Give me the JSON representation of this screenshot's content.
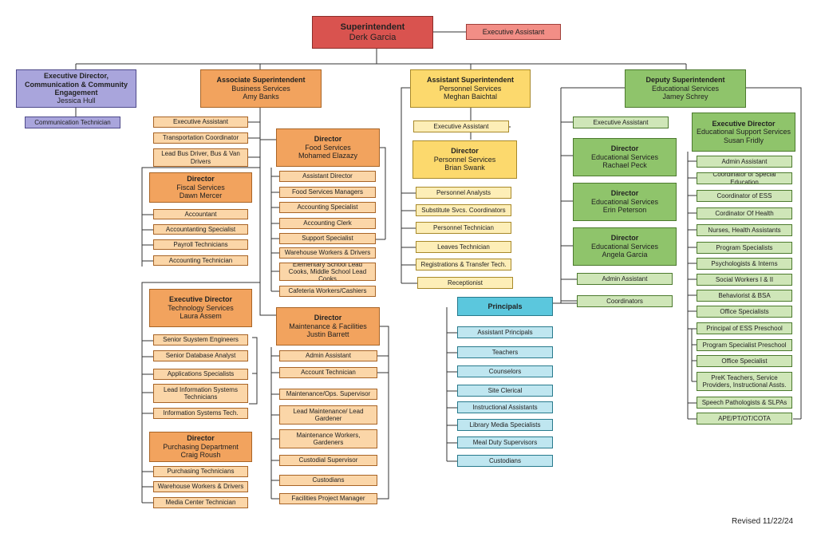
{
  "superintendent": {
    "title": "Superintendent",
    "name": "Derk Garcia"
  },
  "exec_assistant": "Executive Assistant",
  "comm": {
    "title": "Executive Director, Communication & Community Engagement",
    "name": "Jessica Hull",
    "staff": [
      "Communication Technician"
    ]
  },
  "business": {
    "title": "Associate Superintendent",
    "sub": "Business Services",
    "name": "Amy Banks",
    "staff": [
      "Executive Assistant",
      "Transportation Coordinator",
      "Lead Bus Driver, Bus & Van Drivers"
    ]
  },
  "fiscal": {
    "title": "Director",
    "sub": "Fiscal Services",
    "name": "Dawn Mercer",
    "staff": [
      "Accountant",
      "Accountanting Specialist",
      "Payroll Technicians",
      "Accounting Technician"
    ]
  },
  "tech": {
    "title": "Executive Director",
    "sub": "Technology Services",
    "name": "Laura Assem",
    "staff": [
      "Senior Suystem Engineers",
      "Senior Database Analyst",
      "Applications Specialists",
      "Lead Information Systems Technicians",
      "Information Systems Tech."
    ]
  },
  "purchasing": {
    "title": "Director",
    "sub": "Purchasing Department",
    "name": "Craig Roush",
    "staff": [
      "Purchasing Technicians",
      "Warehouse Workers & Drivers",
      "Media Center Technician"
    ]
  },
  "food": {
    "title": "Director",
    "sub": "Food Services",
    "name": "Mohamed Elazazy",
    "staff": [
      "Assistant Director",
      "Food Services Managers",
      "Accounting Specialist",
      "Accounting Clerk",
      "Support Specialist",
      "Warehouse Workers & Drivers",
      "Elementary School Lead Cooks, Middle School Lead Cooks",
      "Cafeteria Workers/Cashiers"
    ]
  },
  "maint": {
    "title": "Director",
    "sub": "Maintenance & Facilities",
    "name": "Justin Barrett",
    "staff": [
      "Admin Assistant",
      "Account Technician",
      "Maintenance/Ops. Supervisor",
      "Lead Maintenance/ Lead Gardener",
      "Maintenance Workers, Gardeners",
      "Custodial Supervisor",
      "Custodians",
      "Facilities Project Manager"
    ]
  },
  "personnel": {
    "title": "Assistant Superintendent",
    "sub": "Personnel Services",
    "name": "Meghan Baichtal",
    "staff": [
      "Executive Assistant"
    ]
  },
  "personnel_dir": {
    "title": "Director",
    "sub": "Personnel Services",
    "name": "Brian Swank",
    "staff": [
      "Personnel Analysts",
      "Substitute Svcs. Coordinators",
      "Personnel Technician",
      "Leaves Technician",
      "Registrations & Transfer Tech.",
      "Receptionist"
    ]
  },
  "principals": {
    "title": "Principals",
    "staff": [
      "Assistant Principals",
      "Teachers",
      "Counselors",
      "Site Clerical",
      "Instructional Assistants",
      "Library Media Specialists",
      "Meal Duty Supervisors",
      "Custodians"
    ]
  },
  "educational": {
    "title": "Deputy Superintendent",
    "sub": "Educational Services",
    "name": "Jamey Schrey",
    "staff": [
      "Executive Assistant"
    ]
  },
  "ed_dirs": [
    {
      "title": "Director",
      "sub": "Educational Services",
      "name": "Rachael Peck"
    },
    {
      "title": "Director",
      "sub": "Educational Services",
      "name": "Erin Peterson"
    },
    {
      "title": "Director",
      "sub": "Educational Services",
      "name": "Angela Garcia"
    }
  ],
  "ed_staff": [
    "Admin Assistant",
    "Coordinators"
  ],
  "ess": {
    "title": "Executive Director",
    "sub": "Educational Support Services",
    "name": "Susan Fridly",
    "staff": [
      "Admin Assistant",
      "Coordinator of Special Education",
      "Coordinator of ESS",
      "Cordinator Of Health",
      "Nurses, Health Assistants",
      "Program Specialists",
      "Psychologists & Interns",
      "Social Workers I & II",
      "Behaviorist & BSA",
      "Office Specialists"
    ]
  },
  "preschool": {
    "title": "Principal of ESS Preschool",
    "staff": [
      "Program Specialist Preschool",
      "Office Specialist",
      "PreK Teachers, Service Providers, Instructional Assts."
    ]
  },
  "ess_tail": [
    "Speech Pathologists & SLPAs",
    "APE/PT/OT/COTA"
  ],
  "revised": "Revised 11/22/24",
  "colors": {
    "superintendent": "#d9534f",
    "business": "#f2a35e",
    "personnel": "#fcd96d",
    "educational": "#8fc46b",
    "comm": "#a9a5dc",
    "principals": "#5bc7dd"
  }
}
